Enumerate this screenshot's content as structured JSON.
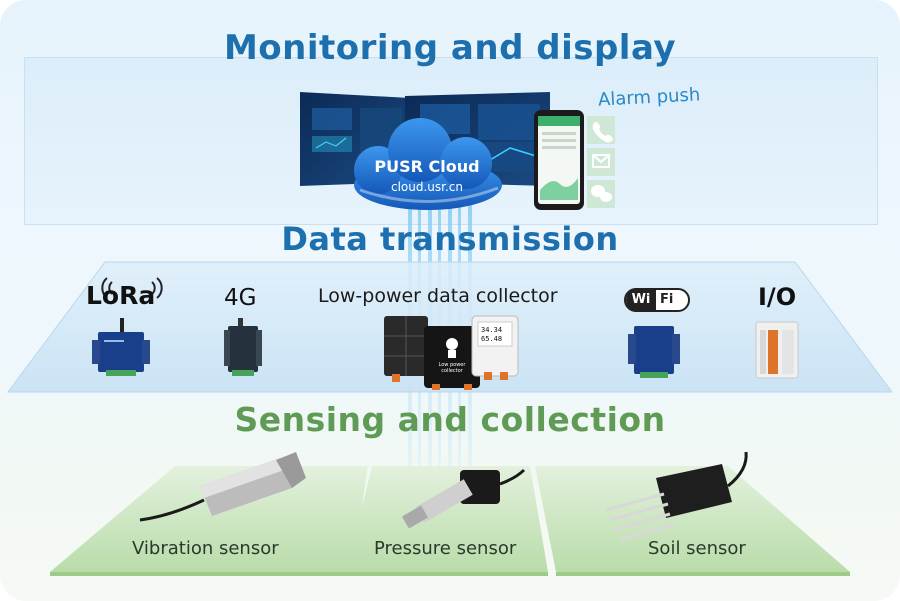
{
  "layers": {
    "monitoring": "Monitoring and display",
    "transmission": "Data transmission",
    "sensing": "Sensing and collection"
  },
  "cloud": {
    "name": "PUSR Cloud",
    "url": "cloud.usr.cn"
  },
  "alarm": {
    "label": "Alarm push",
    "icons": [
      "phone-icon",
      "mail-icon",
      "wechat-icon"
    ]
  },
  "transmission_devices": {
    "lora": "LoRa",
    "fourg": "4G",
    "collector": "Low-power data collector",
    "wifi_wi": "Wi",
    "wifi_fi": "Fi",
    "io": "I/O"
  },
  "collector_screen": {
    "line1": "34.34",
    "line2": "65.48",
    "brand": "Low power collector"
  },
  "sensors": {
    "vibration": "Vibration sensor",
    "pressure": "Pressure sensor",
    "soil": "Soil sensor"
  },
  "colors": {
    "blue_title": "#1d6fae",
    "green_title": "#5f9b55",
    "cloud": "#1a6fd1",
    "alarm": "#2b88c6",
    "platform_green": "#bfe0b3"
  }
}
